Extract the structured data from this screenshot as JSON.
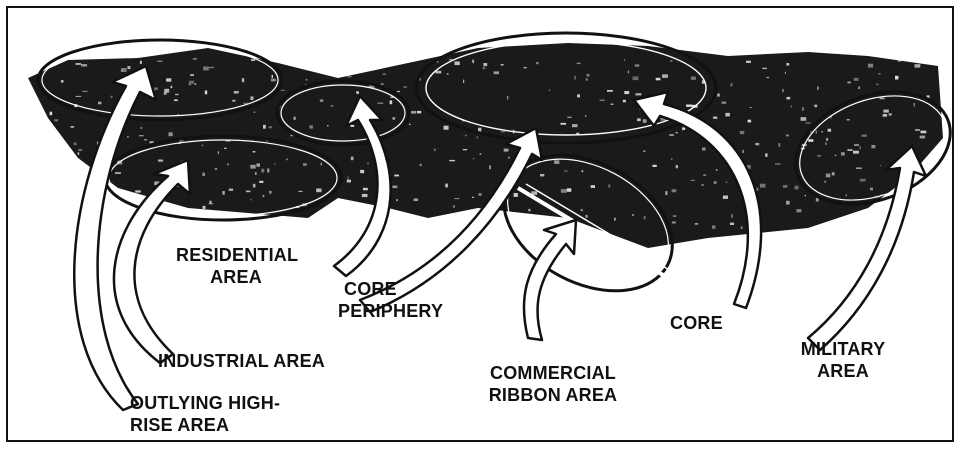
{
  "diagram": {
    "labels": {
      "outlying": [
        "OUTLYING HIGH-",
        "RISE AREA"
      ],
      "industrial": [
        "INDUSTRIAL AREA"
      ],
      "residential": [
        "RESIDENTIAL",
        "AREA"
      ],
      "core_periphery": [
        "CORE",
        "PERIPHERY"
      ],
      "commercial": [
        "COMMERCIAL",
        "RIBBON AREA"
      ],
      "core": [
        "CORE"
      ],
      "military": [
        "MILITARY",
        "AREA"
      ]
    }
  },
  "colors": {
    "ink": "#111111",
    "paper": "#ffffff"
  }
}
